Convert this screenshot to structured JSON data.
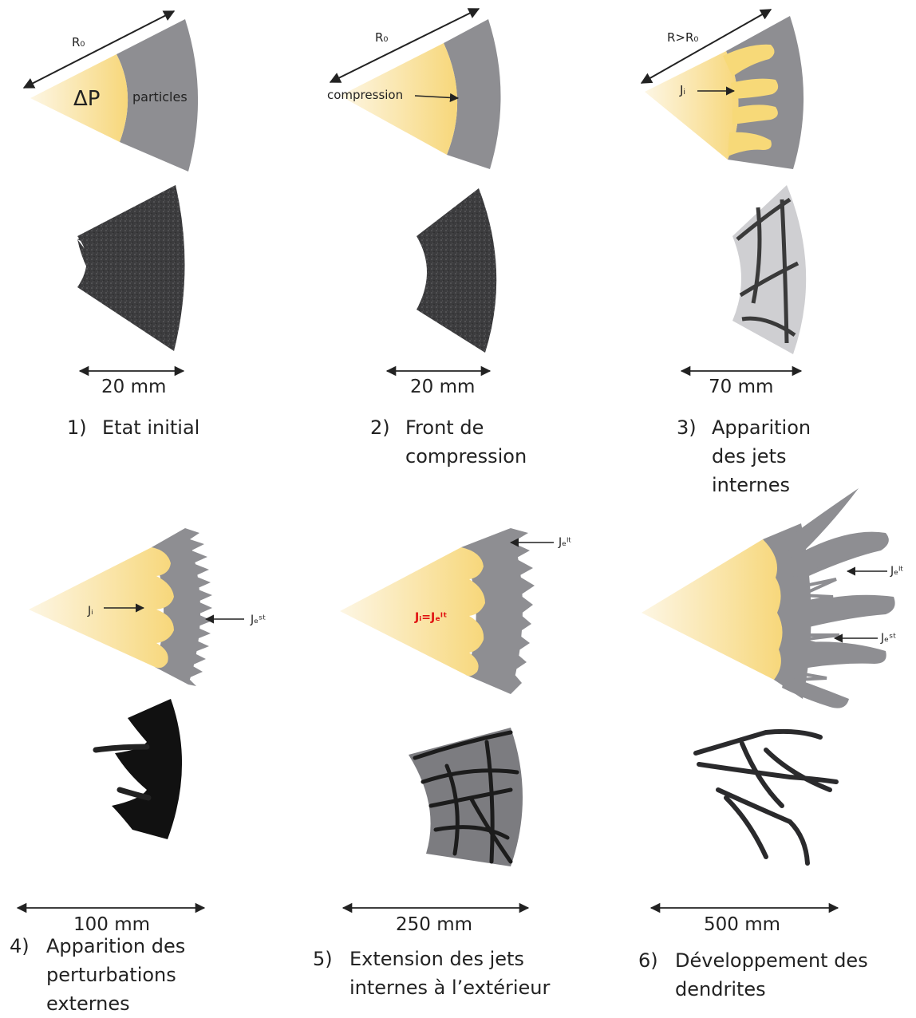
{
  "panels": [
    {
      "number": "1)",
      "caption": "Etat initial",
      "scale": "20 mm",
      "labels": {
        "radius": "R₀",
        "pressure": "ΔP",
        "particles": "particles"
      }
    },
    {
      "number": "2)",
      "caption": "Front de\ncompression",
      "scale": "20 mm",
      "labels": {
        "radius": "R₀",
        "compression": "compression"
      }
    },
    {
      "number": "3)",
      "caption": "Apparition\ndes jets\ninternes",
      "scale": "70 mm",
      "labels": {
        "radius": "R>R₀",
        "jet": "Jᵢ"
      }
    },
    {
      "number": "4)",
      "caption": "Apparition des\nperturbations\nexternes",
      "scale": "100 mm",
      "labels": {
        "jet_i": "Jᵢ",
        "jet_e": "Jₑˢᵗ"
      }
    },
    {
      "number": "5)",
      "caption": "Extension des jets\ninternes à l’extérieur",
      "scale": "250 mm",
      "labels": {
        "jet_e": "Jₑˡᵗ",
        "jet_ie": "Jᵢ=Jₑˡᵗ"
      }
    },
    {
      "number": "6)",
      "caption": "Développement des\ndendrites",
      "scale": "500 mm",
      "labels": {
        "jet_lt": "Jₑˡᵗ",
        "jet_st": "Jₑˢᵗ"
      }
    }
  ],
  "colors": {
    "gas": "#f7d978",
    "gas_light": "#fbf2d8",
    "particles": "#8e8e92",
    "photo": "#3e3e40",
    "ink": "#222222",
    "accent": "#e01010"
  }
}
